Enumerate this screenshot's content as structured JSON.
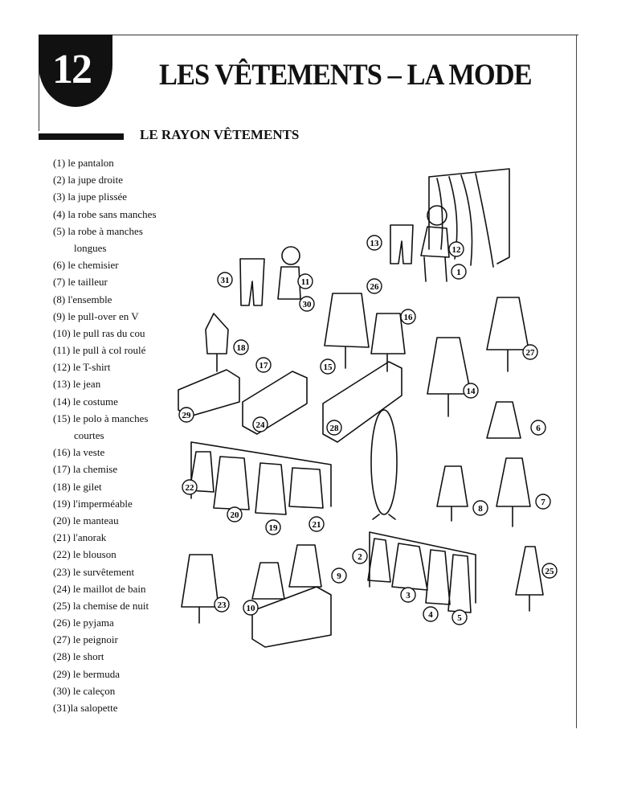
{
  "chapter": {
    "number": "12"
  },
  "title": "LES VÊTEMENTS – LA MODE",
  "section": {
    "title": "LE RAYON VÊTEMENTS"
  },
  "vocabulary": [
    {
      "text": "(1) le pantalon"
    },
    {
      "text": "(2) la jupe droite"
    },
    {
      "text": "(3) la jupe plissée"
    },
    {
      "text": "(4) la robe sans manches"
    },
    {
      "text": "(5) la robe à manches"
    },
    {
      "text": "longues",
      "indent": true
    },
    {
      "text": "(6) le chemisier"
    },
    {
      "text": "(7) le tailleur"
    },
    {
      "text": "(8) l'ensemble"
    },
    {
      "text": "(9) le pull-over en V"
    },
    {
      "text": "(10) le pull ras du cou"
    },
    {
      "text": "(11) le pull à col roulé"
    },
    {
      "text": "(12) le T-shirt"
    },
    {
      "text": "(13) le jean"
    },
    {
      "text": "(14) le costume"
    },
    {
      "text": "(15) le polo à manches"
    },
    {
      "text": "courtes",
      "indent": true
    },
    {
      "text": "(16) la veste"
    },
    {
      "text": "(17) la chemise"
    },
    {
      "text": "(18) le gilet"
    },
    {
      "text": "(19) l'imperméable"
    },
    {
      "text": "(20) le manteau"
    },
    {
      "text": "(21) l'anorak"
    },
    {
      "text": "(22) le blouson"
    },
    {
      "text": "(23) le survêtement"
    },
    {
      "text": "(24) le maillot de bain"
    },
    {
      "text": "(25) la chemise de nuit"
    },
    {
      "text": "(26) le pyjama"
    },
    {
      "text": "(27) le peignoir"
    },
    {
      "text": "(28) le short"
    },
    {
      "text": "(29) le bermuda"
    },
    {
      "text": "(30) le caleçon"
    },
    {
      "text": "(31)la salopette"
    }
  ],
  "callouts": [
    "1",
    "2",
    "3",
    "4",
    "5",
    "6",
    "7",
    "8",
    "9",
    "10",
    "11",
    "12",
    "13",
    "14",
    "15",
    "16",
    "17",
    "18",
    "19",
    "20",
    "21",
    "22",
    "23",
    "24",
    "25",
    "26",
    "27",
    "28",
    "29",
    "30",
    "31"
  ]
}
